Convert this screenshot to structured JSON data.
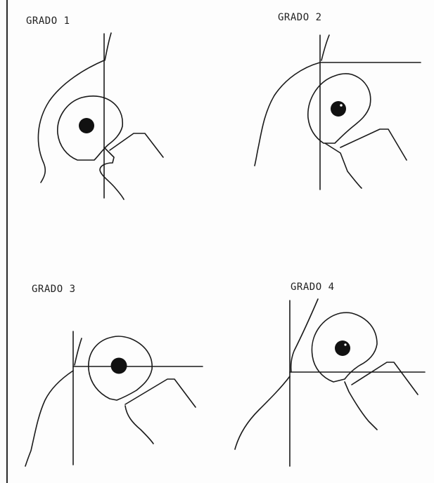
{
  "panels": [
    {
      "label": "GRADO 1"
    },
    {
      "label": "GRADO 2"
    },
    {
      "label": "GRADO 3"
    },
    {
      "label": "GRADO 4"
    }
  ],
  "colors": {
    "ink": "#1a1a1a",
    "paper": "#fdfdfd"
  }
}
